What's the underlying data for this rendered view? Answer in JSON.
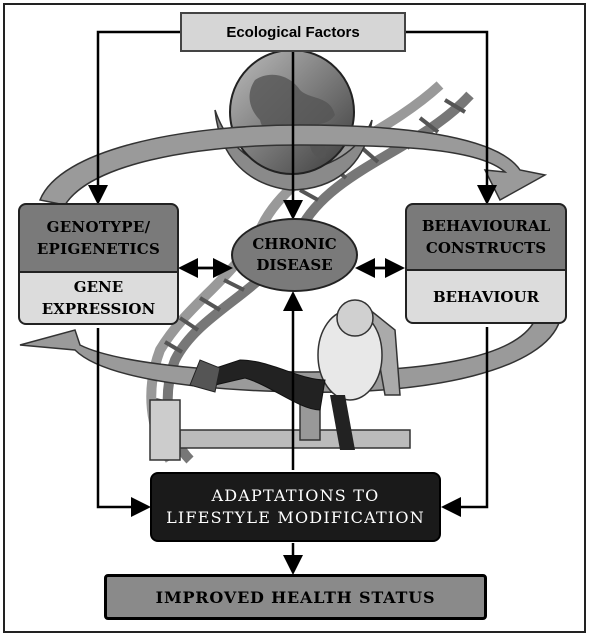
{
  "ecological_factors": "Ecological Factors",
  "genotype": {
    "title": "GENOTYPE/\nEPIGENETICS",
    "sub": "GENE\nEXPRESSION"
  },
  "behaviour": {
    "title": "BEHAVIOURAL\nCONSTRUCTS",
    "sub": "BEHAVIOUR"
  },
  "chronic": "CHRONIC\nDISEASE",
  "adaptations": "ADAPTATIONS TO\nLIFESTYLE MODIFICATION",
  "improved": "IMPROVED HEALTH STATUS",
  "illustration": {
    "icons": [
      "globe-in-hands-icon",
      "dna-helix-icon",
      "exercise-bike-man-icon"
    ]
  },
  "colors": {
    "dark_box": "#1a1a1a",
    "mid_box": "#7a7a7a",
    "light_box": "#dcdcdc",
    "cycle_arrow": "#9a9a9a"
  }
}
